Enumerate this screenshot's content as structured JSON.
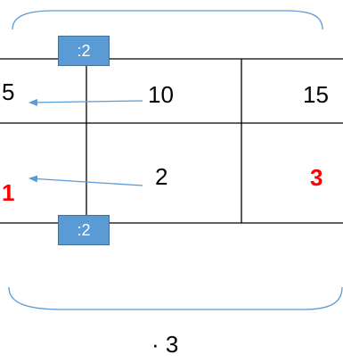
{
  "table": {
    "row1": {
      "col1": "5",
      "col2": "10",
      "col3": "15"
    },
    "row2": {
      "col1": "1",
      "col2": "2",
      "col3": "3"
    }
  },
  "badges": {
    "top": ":2",
    "bottom": ":2"
  },
  "bottom_label": "· 3",
  "colors": {
    "accent_red": "#ff0000",
    "badge_fill": "#5b9bd5",
    "arrow_blue": "#5b9bd5",
    "brace_blue": "#5b9bd5"
  }
}
